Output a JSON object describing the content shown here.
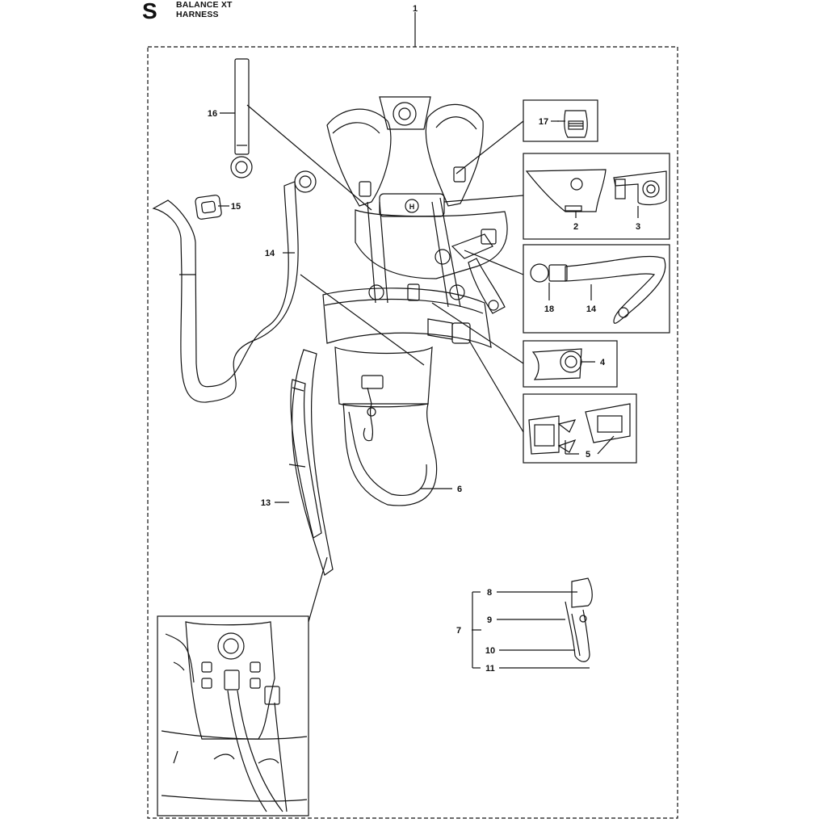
{
  "header": {
    "section_letter": "S",
    "model": "BALANCE XT",
    "assembly": "HARNESS"
  },
  "callouts": {
    "c1": "1",
    "c2": "2",
    "c3": "3",
    "c4": "4",
    "c5": "5",
    "c6": "6",
    "c7": "7",
    "c8": "8",
    "c9": "9",
    "c10": "10",
    "c11": "11",
    "c13": "13",
    "c14a": "14",
    "c14b": "14",
    "c15": "15",
    "c16": "16",
    "c17": "17",
    "c18": "18"
  },
  "logo_mark": "H"
}
